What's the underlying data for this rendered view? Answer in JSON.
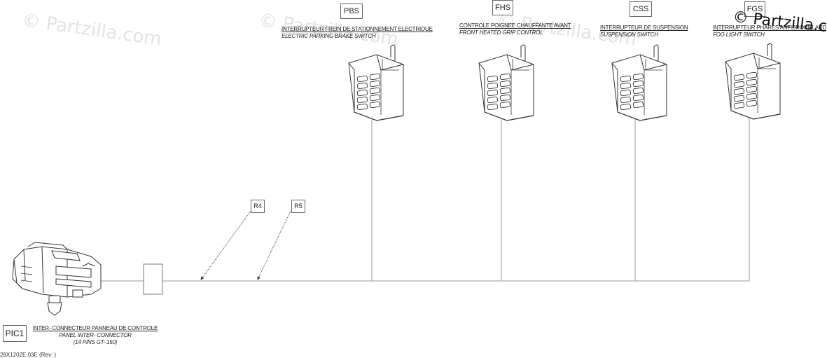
{
  "watermark": "© Partzilla.com",
  "connector": {
    "tag": "PIC1",
    "label_fr": "INTER- CONNECTEUR PANNEAU DE CONTROLE",
    "label_en": "PANEL INTER- CONNECTOR",
    "label_pins": "(14 PINS GT- 150)"
  },
  "resistors": [
    {
      "tag": "R4"
    },
    {
      "tag": "R5"
    }
  ],
  "switches": [
    {
      "tag": "PBS",
      "label_fr": "INTERRUPTEUR FREIN DE STATIONNEMENT ELECTRIQUE",
      "label_en": "ELECTRIC PARKING BRAKE SWITCH"
    },
    {
      "tag": "FHS",
      "label_fr": "CONTROLE POIGNEE CHAUFFANTE AVANT",
      "label_en": "FRONT HEATED GRIP CONTROL"
    },
    {
      "tag": "CSS",
      "label_fr": "INTERRUPTEUR DE SUSPENSION",
      "label_en": "SUSPENSION SWITCH"
    },
    {
      "tag": "FGS",
      "label_fr": "INTERRUPTEUR PHARES ANTIBROUILLARD",
      "label_en": "FOG LIGHT SWITCH"
    }
  ],
  "footnote": "28X1202E 03E (Rev: )"
}
